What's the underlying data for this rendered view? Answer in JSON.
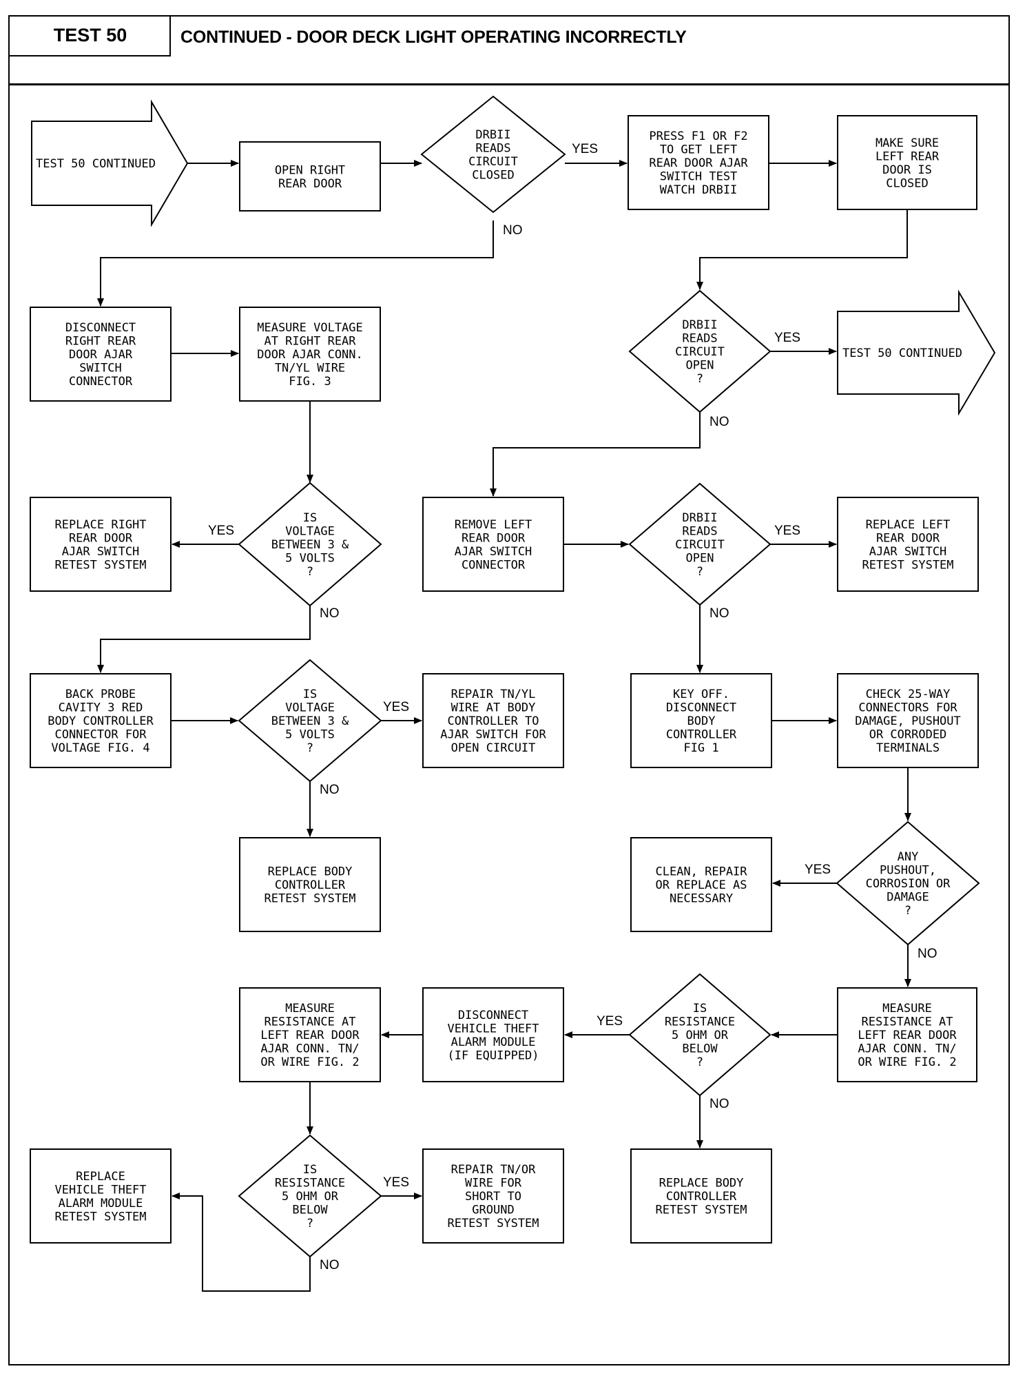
{
  "header": {
    "test_number": "TEST 50",
    "title": "CONTINUED - DOOR DECK LIGHT OPERATING INCORRECTLY"
  },
  "nodes": [
    {
      "id": "start",
      "kind": "arrow",
      "lines": [
        "TEST 50 CONTINUED"
      ]
    },
    {
      "id": "open_right",
      "kind": "box",
      "lines": [
        "OPEN RIGHT",
        "REAR DOOR"
      ]
    },
    {
      "id": "d_closed",
      "kind": "diamond",
      "lines": [
        "DRBII",
        "READS",
        "CIRCUIT",
        "CLOSED"
      ]
    },
    {
      "id": "press_f1",
      "kind": "box",
      "lines": [
        "PRESS F1 OR F2",
        "TO GET LEFT",
        "REAR DOOR AJAR",
        "SWITCH TEST",
        "WATCH DRBII"
      ]
    },
    {
      "id": "make_sure",
      "kind": "box",
      "lines": [
        "MAKE SURE",
        "LEFT REAR",
        "DOOR IS",
        "CLOSED"
      ]
    },
    {
      "id": "disc_right",
      "kind": "box",
      "lines": [
        "DISCONNECT",
        "RIGHT REAR",
        "DOOR AJAR",
        "SWITCH",
        "CONNECTOR"
      ]
    },
    {
      "id": "meas_volt",
      "kind": "box",
      "lines": [
        "MEASURE VOLTAGE",
        "AT RIGHT REAR",
        "DOOR AJAR CONN.",
        "TN/YL WIRE",
        "FIG. 3"
      ]
    },
    {
      "id": "d_open1",
      "kind": "diamond",
      "lines": [
        "DRBII",
        "READS",
        "CIRCUIT",
        "OPEN",
        "?"
      ]
    },
    {
      "id": "end_arrow",
      "kind": "arrow",
      "lines": [
        "TEST 50 CONTINUED"
      ]
    },
    {
      "id": "repl_right",
      "kind": "box",
      "lines": [
        "REPLACE RIGHT",
        "REAR DOOR",
        "AJAR SWITCH",
        "RETEST SYSTEM"
      ]
    },
    {
      "id": "d_volt1",
      "kind": "diamond",
      "lines": [
        "IS",
        "VOLTAGE",
        "BETWEEN 3 &",
        "5 VOLTS",
        "?"
      ]
    },
    {
      "id": "remove_left",
      "kind": "box",
      "lines": [
        "REMOVE LEFT",
        "REAR DOOR",
        "AJAR SWITCH",
        "CONNECTOR"
      ]
    },
    {
      "id": "d_open2",
      "kind": "diamond",
      "lines": [
        "DRBII",
        "READS",
        "CIRCUIT",
        "OPEN",
        "?"
      ]
    },
    {
      "id": "repl_left",
      "kind": "box",
      "lines": [
        "REPLACE LEFT",
        "REAR DOOR",
        "AJAR SWITCH",
        "RETEST SYSTEM"
      ]
    },
    {
      "id": "back_probe",
      "kind": "box",
      "lines": [
        "BACK PROBE",
        "CAVITY 3 RED",
        "BODY CONTROLLER",
        "CONNECTOR FOR",
        "VOLTAGE FIG. 4"
      ]
    },
    {
      "id": "d_volt2",
      "kind": "diamond",
      "lines": [
        "IS",
        "VOLTAGE",
        "BETWEEN 3 &",
        "5 VOLTS",
        "?"
      ]
    },
    {
      "id": "repair_tnyl",
      "kind": "box",
      "lines": [
        "REPAIR TN/YL",
        "WIRE AT BODY",
        "CONTROLLER TO",
        "AJAR SWITCH FOR",
        "OPEN CIRCUIT"
      ]
    },
    {
      "id": "key_off",
      "kind": "box",
      "lines": [
        "KEY OFF.",
        "DISCONNECT",
        "BODY",
        "CONTROLLER",
        "FIG 1"
      ]
    },
    {
      "id": "check_25",
      "kind": "box",
      "lines": [
        "CHECK 25-WAY",
        "CONNECTORS FOR",
        "DAMAGE, PUSHOUT",
        "OR CORRODED",
        "TERMINALS"
      ]
    },
    {
      "id": "repl_bc1",
      "kind": "box",
      "lines": [
        "REPLACE BODY",
        "CONTROLLER",
        "RETEST SYSTEM"
      ]
    },
    {
      "id": "clean",
      "kind": "box",
      "lines": [
        "CLEAN, REPAIR",
        "OR REPLACE AS",
        "NECESSARY"
      ]
    },
    {
      "id": "d_pushout",
      "kind": "diamond",
      "lines": [
        "ANY",
        "PUSHOUT,",
        "CORROSION OR",
        "DAMAGE",
        "?"
      ]
    },
    {
      "id": "meas_res2",
      "kind": "box",
      "lines": [
        "MEASURE",
        "RESISTANCE AT",
        "LEFT REAR DOOR",
        "AJAR CONN. TN/",
        "OR WIRE FIG. 2"
      ]
    },
    {
      "id": "disc_vta",
      "kind": "box",
      "lines": [
        "DISCONNECT",
        "VEHICLE THEFT",
        "ALARM MODULE",
        "(IF EQUIPPED)"
      ]
    },
    {
      "id": "d_res1",
      "kind": "diamond",
      "lines": [
        "IS",
        "RESISTANCE",
        "5 OHM OR",
        "BELOW",
        "?"
      ]
    },
    {
      "id": "meas_res1",
      "kind": "box",
      "lines": [
        "MEASURE",
        "RESISTANCE AT",
        "LEFT REAR DOOR",
        "AJAR CONN. TN/",
        "OR WIRE FIG. 2"
      ]
    },
    {
      "id": "repl_vta",
      "kind": "box",
      "lines": [
        "REPLACE",
        "VEHICLE THEFT",
        "ALARM MODULE",
        "RETEST SYSTEM"
      ]
    },
    {
      "id": "d_res2",
      "kind": "diamond",
      "lines": [
        "IS",
        "RESISTANCE",
        "5 OHM OR",
        "BELOW",
        "?"
      ]
    },
    {
      "id": "repair_short",
      "kind": "box",
      "lines": [
        "REPAIR TN/OR",
        "WIRE FOR",
        "SHORT TO",
        "GROUND",
        "RETEST SYSTEM"
      ]
    },
    {
      "id": "repl_bc2",
      "kind": "box",
      "lines": [
        "REPLACE BODY",
        "CONTROLLER",
        "RETEST SYSTEM"
      ]
    }
  ],
  "edges": [
    {
      "from": "start",
      "to": "open_right",
      "label": ""
    },
    {
      "from": "open_right",
      "to": "d_closed",
      "label": ""
    },
    {
      "from": "d_closed",
      "to": "press_f1",
      "label": "YES"
    },
    {
      "from": "d_closed",
      "to": "disc_right",
      "label": "NO"
    },
    {
      "from": "press_f1",
      "to": "make_sure",
      "label": ""
    },
    {
      "from": "make_sure",
      "to": "d_open1",
      "label": ""
    },
    {
      "from": "disc_right",
      "to": "meas_volt",
      "label": ""
    },
    {
      "from": "meas_volt",
      "to": "d_volt1",
      "label": ""
    },
    {
      "from": "d_open1",
      "to": "end_arrow",
      "label": "YES"
    },
    {
      "from": "d_open1",
      "to": "remove_left",
      "label": "NO"
    },
    {
      "from": "d_volt1",
      "to": "repl_right",
      "label": "YES"
    },
    {
      "from": "d_volt1",
      "to": "back_probe",
      "label": "NO"
    },
    {
      "from": "remove_left",
      "to": "d_open2",
      "label": ""
    },
    {
      "from": "d_open2",
      "to": "repl_left",
      "label": "YES"
    },
    {
      "from": "d_open2",
      "to": "key_off",
      "label": "NO"
    },
    {
      "from": "back_probe",
      "to": "d_volt2",
      "label": ""
    },
    {
      "from": "d_volt2",
      "to": "repair_tnyl",
      "label": "YES"
    },
    {
      "from": "d_volt2",
      "to": "repl_bc1",
      "label": "NO"
    },
    {
      "from": "key_off",
      "to": "check_25",
      "label": ""
    },
    {
      "from": "check_25",
      "to": "d_pushout",
      "label": ""
    },
    {
      "from": "d_pushout",
      "to": "clean",
      "label": "YES"
    },
    {
      "from": "d_pushout",
      "to": "meas_res2",
      "label": "NO"
    },
    {
      "from": "meas_res2",
      "to": "d_res1",
      "label": ""
    },
    {
      "from": "d_res1",
      "to": "disc_vta",
      "label": "YES"
    },
    {
      "from": "d_res1",
      "to": "repl_bc2",
      "label": "NO"
    },
    {
      "from": "disc_vta",
      "to": "meas_res1",
      "label": ""
    },
    {
      "from": "meas_res1",
      "to": "d_res2",
      "label": ""
    },
    {
      "from": "d_res2",
      "to": "repair_short",
      "label": "YES"
    },
    {
      "from": "d_res2",
      "to": "repl_vta",
      "label": "NO"
    }
  ]
}
